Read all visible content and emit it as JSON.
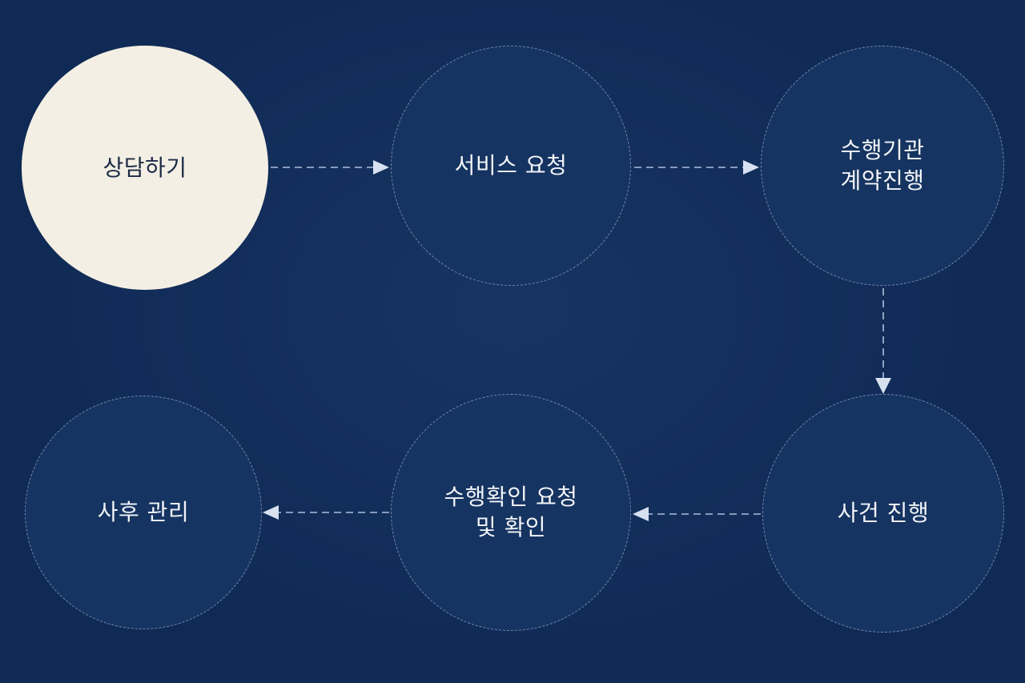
{
  "colors": {
    "background": "#0f2a55",
    "node_fill": "#163461",
    "node_border": "#bccde6",
    "active_node_fill": "#f4efe4",
    "active_node_text": "#1b2a45",
    "text": "#f2f4f8",
    "arrow": "#c9d6ea"
  },
  "steps": [
    {
      "lines": [
        "상담하기"
      ],
      "state": "active"
    },
    {
      "lines": [
        "서비스 요청"
      ],
      "state": "default"
    },
    {
      "lines": [
        "수행기관",
        "계약진행"
      ],
      "state": "default"
    },
    {
      "lines": [
        "사건 진행"
      ],
      "state": "default"
    },
    {
      "lines": [
        "수행확인 요청",
        "및 확인"
      ],
      "state": "default"
    },
    {
      "lines": [
        "사후 관리"
      ],
      "state": "default"
    }
  ]
}
